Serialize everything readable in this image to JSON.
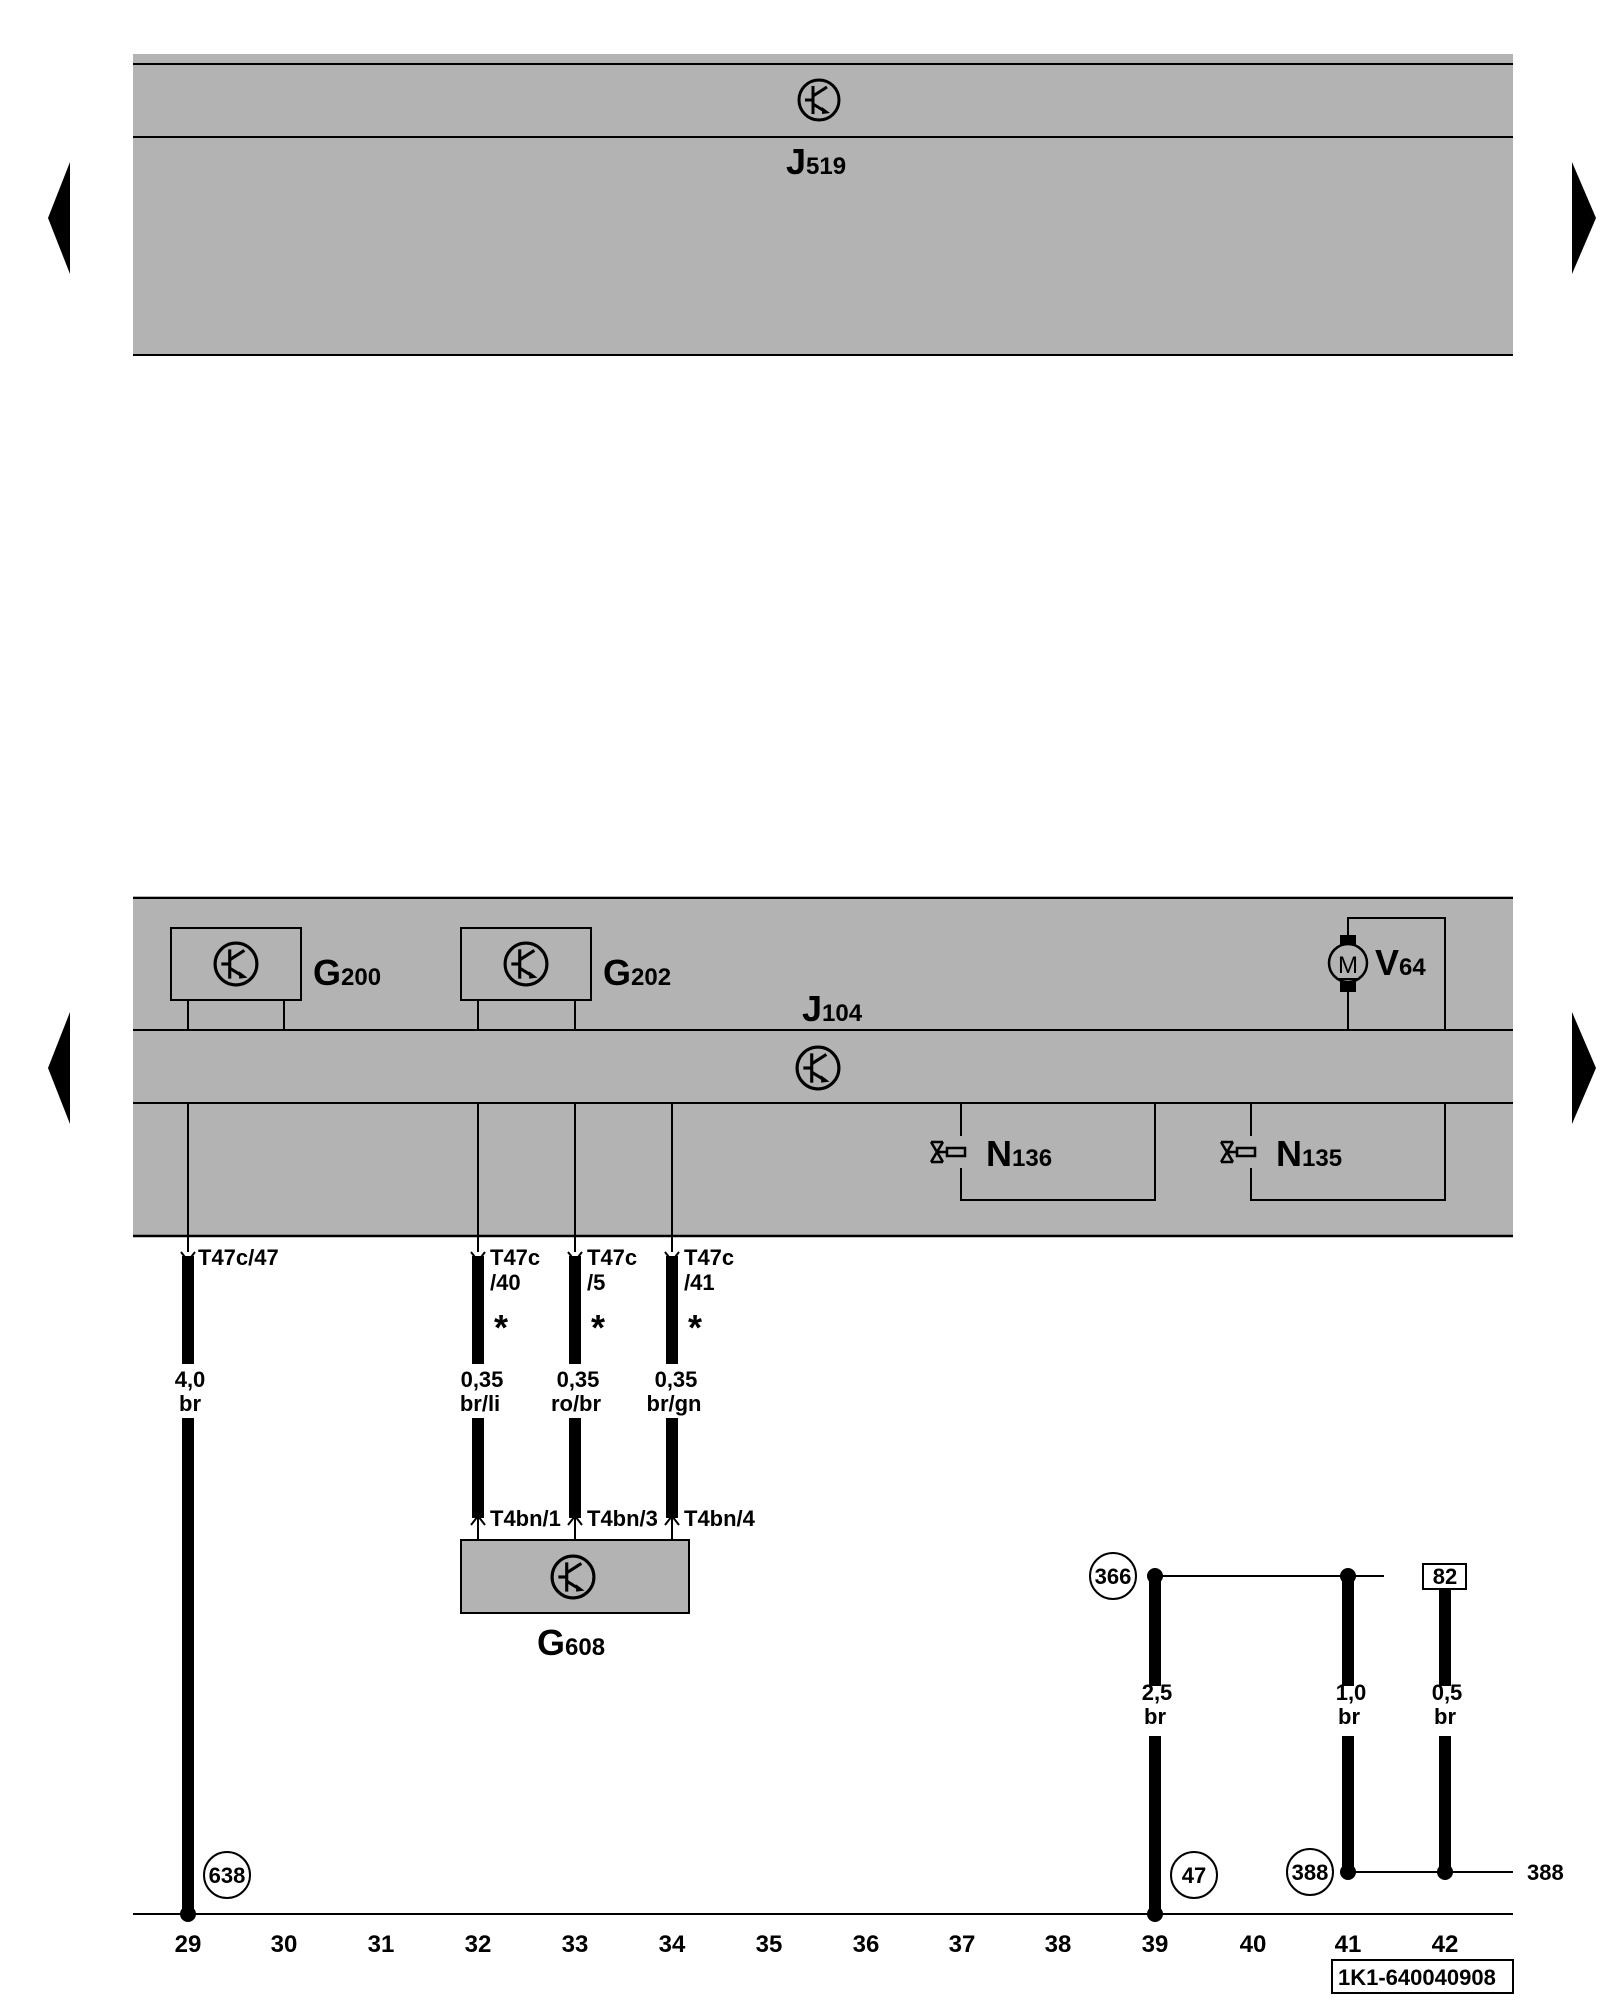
{
  "top_panel": {
    "component_main": "J",
    "component_sub": "519"
  },
  "bottom_panel": {
    "component_main": "J",
    "component_sub": "104",
    "parts": [
      {
        "main": "G",
        "sub": "200"
      },
      {
        "main": "G",
        "sub": "202"
      },
      {
        "main": "V",
        "sub": "64",
        "motor_letter": "M"
      },
      {
        "main": "N",
        "sub": "136"
      },
      {
        "main": "N",
        "sub": "135"
      }
    ]
  },
  "sensor_below": {
    "main": "G",
    "sub": "608"
  },
  "connectors": {
    "c29": "T47c/47",
    "c32a": "T47c",
    "c32b": "/40",
    "c33a": "T47c",
    "c33b": "/5",
    "c34a": "T47c",
    "c34b": "/41",
    "g608_pin1": "T4bn/1",
    "g608_pin3": "T4bn/3",
    "g608_pin4": "T4bn/4"
  },
  "wires": [
    {
      "id": "w29",
      "size": "4,0",
      "color": "br"
    },
    {
      "id": "w32",
      "size": "0,35",
      "color": "br/li"
    },
    {
      "id": "w33",
      "size": "0,35",
      "color": "ro/br"
    },
    {
      "id": "w34",
      "size": "0,35",
      "color": "br/gn"
    },
    {
      "id": "w39",
      "size": "2,5",
      "color": "br"
    },
    {
      "id": "w41",
      "size": "1,0",
      "color": "br"
    },
    {
      "id": "w42",
      "size": "0,5",
      "color": "br"
    }
  ],
  "asterisk": "*",
  "refs": {
    "r366": "366",
    "r82": "82",
    "r638": "638",
    "r47": "47",
    "r388": "388",
    "r388_right": "388"
  },
  "columns": [
    "29",
    "30",
    "31",
    "32",
    "33",
    "34",
    "35",
    "36",
    "37",
    "38",
    "39",
    "40",
    "41",
    "42"
  ],
  "doc_number": "1K1-640040908",
  "colors": {
    "panel": "#b3b3b3",
    "line": "#000000"
  }
}
